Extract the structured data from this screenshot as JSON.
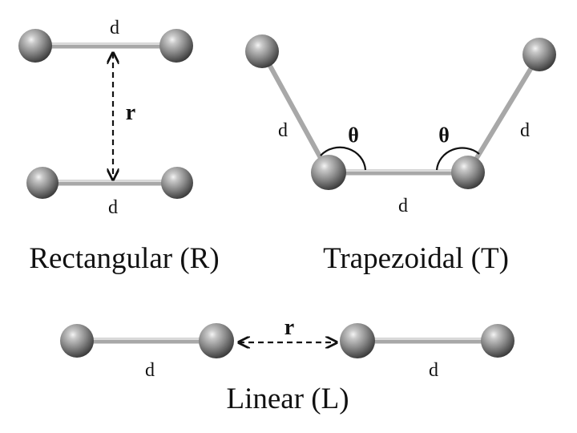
{
  "rectangular": {
    "title": "Rectangular (R)",
    "bond_label_top": "d",
    "bond_label_bottom": "d",
    "distance_label": "r"
  },
  "trapezoidal": {
    "title": "Trapezoidal (T)",
    "bond_label_left": "d",
    "bond_label_right": "d",
    "bond_label_bottom": "d",
    "angle_label_left": "θ",
    "angle_label_right": "θ"
  },
  "linear": {
    "title": "Linear (L)",
    "bond_label_left": "d",
    "bond_label_right": "d",
    "distance_label": "r"
  }
}
